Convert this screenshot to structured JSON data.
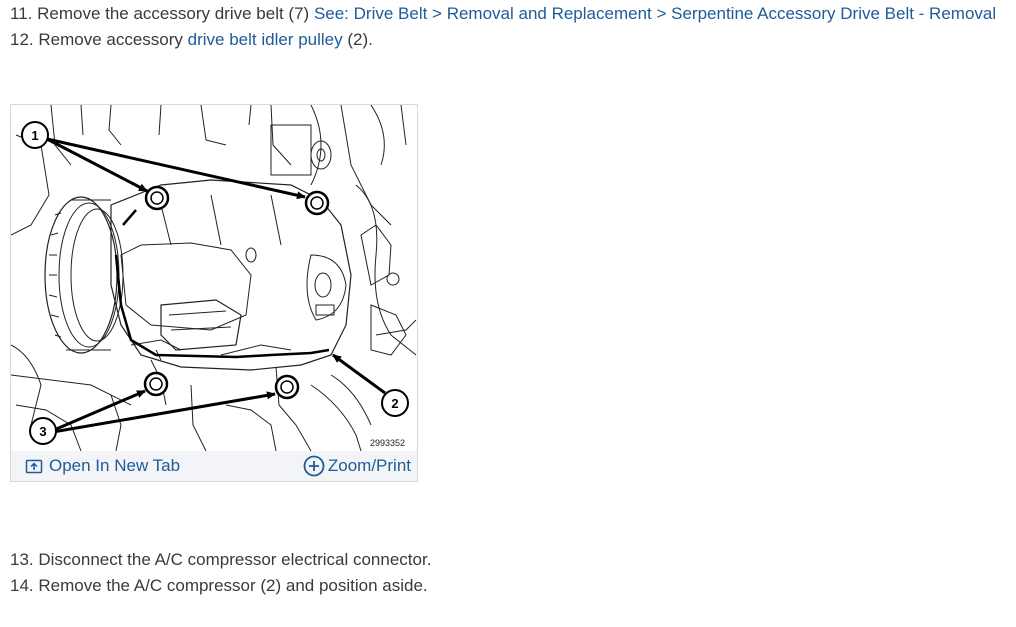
{
  "steps": {
    "step11": {
      "text": "11. Remove the accessory drive belt (7) ",
      "link": "See: Drive Belt > Removal and Replacement > Serpentine Accessory Drive Belt - Removal"
    },
    "step12": {
      "prefix": "12. Remove accessory ",
      "link": "drive belt idler pulley",
      "suffix": " (2)."
    },
    "step13": {
      "text": "13. Disconnect the A/C compressor electrical connector."
    },
    "step14": {
      "text": "14. Remove the A/C compressor (2) and position aside."
    }
  },
  "figure": {
    "callouts": [
      "1",
      "2",
      "3"
    ],
    "figure_number": "2993352",
    "open_tab_label": "Open In New Tab",
    "zoom_print_label": "Zoom/Print",
    "icons": [
      "open-new-tab-icon",
      "zoom-plus-icon"
    ],
    "link_color": "#1f5b99"
  }
}
